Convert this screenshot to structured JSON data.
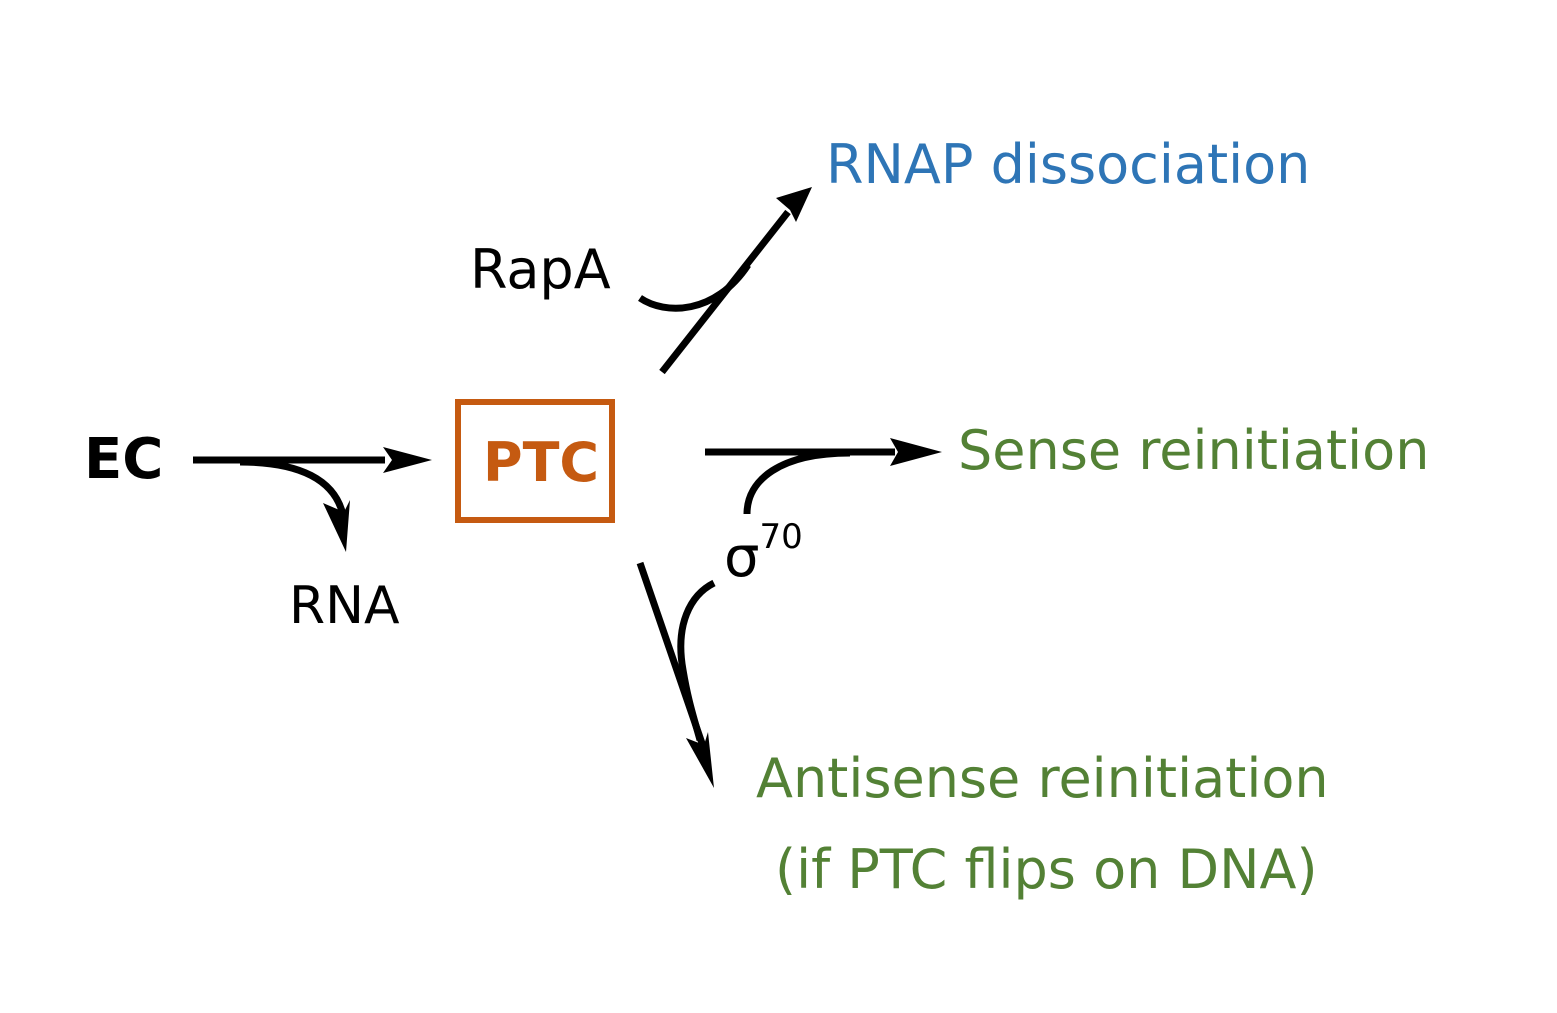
{
  "diagram": {
    "nodes": {
      "ec": "EC",
      "rna": "RNA",
      "ptc": "PTC",
      "rapa": "RapA",
      "sigma": "σ",
      "sigma_sup": "70",
      "rnap_dissociation": "RNAP dissociation",
      "sense_reinitiation": "Sense reinitiation",
      "antisense_line1": "Antisense reinitiation",
      "antisense_line2": "(if PTC flips on DNA)"
    },
    "edges": [
      {
        "from": "EC",
        "to": "PTC",
        "byproduct": "RNA"
      },
      {
        "from": "PTC",
        "to": "RNAP dissociation",
        "factor": "RapA"
      },
      {
        "from": "PTC",
        "to": "Sense reinitiation",
        "factor": "σ70"
      },
      {
        "from": "PTC",
        "to": "Antisense reinitiation (if PTC flips on DNA)",
        "factor": "σ70"
      }
    ],
    "colors": {
      "ptc": "#c55a11",
      "dissociation": "#2e75b6",
      "reinitiation": "#538135",
      "arrows": "#000000"
    }
  }
}
